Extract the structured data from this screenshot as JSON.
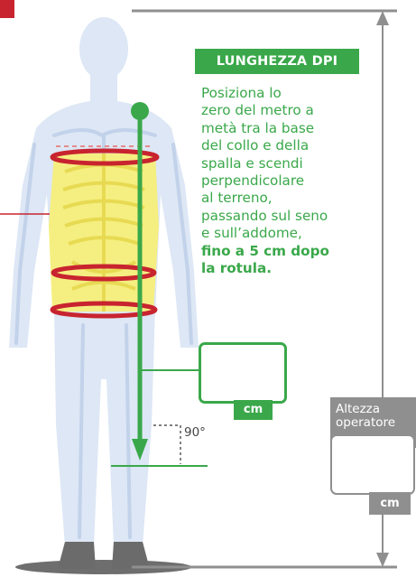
{
  "title": "LUNGHEZZA DPI",
  "instructions": {
    "lines": [
      "Posiziona lo",
      "zero del metro a",
      "metà tra la base",
      "del collo e della",
      "spalla e scendi",
      "perpendicolare",
      "al terreno,",
      "passando sul seno",
      "e sull’addome,"
    ],
    "bold_lines": [
      "fino a 5 cm dopo",
      "la rotula."
    ]
  },
  "dpi_unit": "cm",
  "angle_label": "90°",
  "operator_height": {
    "label_lines": [
      "Altezza",
      "operatore"
    ],
    "unit": "cm"
  },
  "colors": {
    "green": "#3aa84a",
    "red": "#c8242f",
    "gray": "#8f8f8f",
    "body": "#dde7f5",
    "skeleton": "#c2d2ea",
    "torso_highlight": "#f5ef7a"
  }
}
